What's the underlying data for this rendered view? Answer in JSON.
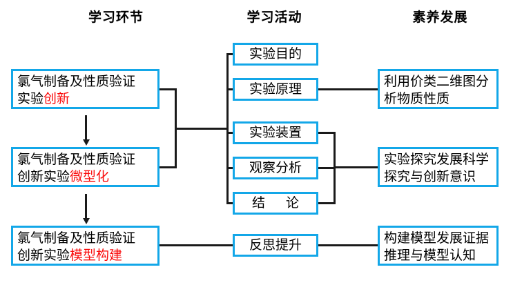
{
  "headers": {
    "stage": "学习环节",
    "activity": "学习活动",
    "literacy": "素养发展"
  },
  "stages": [
    {
      "line1": "氯气制备及性质验证",
      "line2_black": "实验",
      "line2_red": "创新"
    },
    {
      "line1": "氯气制备及性质验证",
      "line2_black": "创新实验",
      "line2_red": "微型化"
    },
    {
      "line1": "氯气制备及性质验证",
      "line2_black": "创新实验",
      "line2_red": "模型构建"
    }
  ],
  "activities": [
    {
      "label": "实验目的"
    },
    {
      "label": "实验原理"
    },
    {
      "label": "实验装置"
    },
    {
      "label": "观察分析"
    },
    {
      "label": "结",
      "label2": "论"
    },
    {
      "label": "反思提升"
    }
  ],
  "literacies": [
    {
      "line1": "利用价类二维图分",
      "line2": "析物质性质"
    },
    {
      "line1": "实验探究发展科学",
      "line2": "探究与创新意识"
    },
    {
      "line1": "构建模型发展证据",
      "line2": "推理与模型认知"
    }
  ],
  "colors": {
    "box_border": "#13A7E8",
    "connector": "#1a1a1a",
    "highlight_text": "#FA0A0A",
    "text": "#000000",
    "background": "#ffffff"
  }
}
